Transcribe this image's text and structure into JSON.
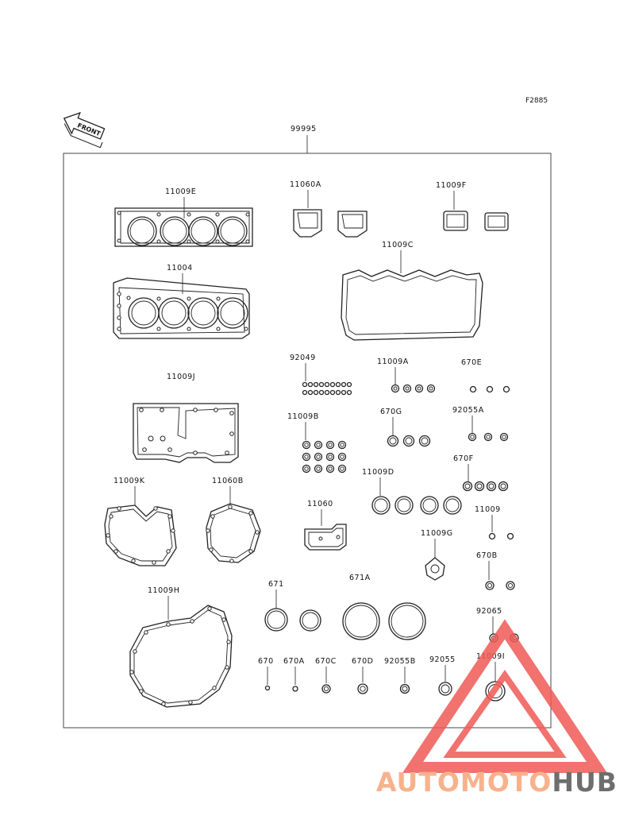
{
  "ref_code": "F2885",
  "front_arrow": {
    "label": "FRONT",
    "icon": "front-direction-arrow-icon"
  },
  "kit_number": "99995",
  "parts": [
    {
      "id": "11009E",
      "label": "11009E"
    },
    {
      "id": "11004",
      "label": "11004"
    },
    {
      "id": "11009J",
      "label": "11009J"
    },
    {
      "id": "11009K",
      "label": "11009K"
    },
    {
      "id": "11060B",
      "label": "11060B"
    },
    {
      "id": "11009H",
      "label": "11009H"
    },
    {
      "id": "11060A",
      "label": "11060A"
    },
    {
      "id": "11009F",
      "label": "11009F"
    },
    {
      "id": "11009C",
      "label": "11009C"
    },
    {
      "id": "92049",
      "label": "92049"
    },
    {
      "id": "11009A",
      "label": "11009A"
    },
    {
      "id": "670E",
      "label": "670E"
    },
    {
      "id": "11009B",
      "label": "11009B"
    },
    {
      "id": "670G",
      "label": "670G"
    },
    {
      "id": "92055A",
      "label": "92055A"
    },
    {
      "id": "11009D",
      "label": "11009D"
    },
    {
      "id": "670F",
      "label": "670F"
    },
    {
      "id": "11060",
      "label": "11060"
    },
    {
      "id": "11009",
      "label": "11009"
    },
    {
      "id": "11009G",
      "label": "11009G"
    },
    {
      "id": "670B",
      "label": "670B"
    },
    {
      "id": "671",
      "label": "671"
    },
    {
      "id": "671A",
      "label": "671A"
    },
    {
      "id": "92065",
      "label": "92065"
    },
    {
      "id": "670",
      "label": "670"
    },
    {
      "id": "670A",
      "label": "670A"
    },
    {
      "id": "670C",
      "label": "670C"
    },
    {
      "id": "670D",
      "label": "670D"
    },
    {
      "id": "92055B",
      "label": "92055B"
    },
    {
      "id": "92055",
      "label": "92055"
    },
    {
      "id": "11009I",
      "label": "11009I"
    }
  ],
  "watermark": {
    "part1": "AUTOMOTO",
    "part2": "HUB",
    "color_light": "#f7b28c",
    "color_dark": "#6e6e6e",
    "triangle_color": "#ef5a55",
    "icon": "automotohub-triangle-logo-icon"
  }
}
